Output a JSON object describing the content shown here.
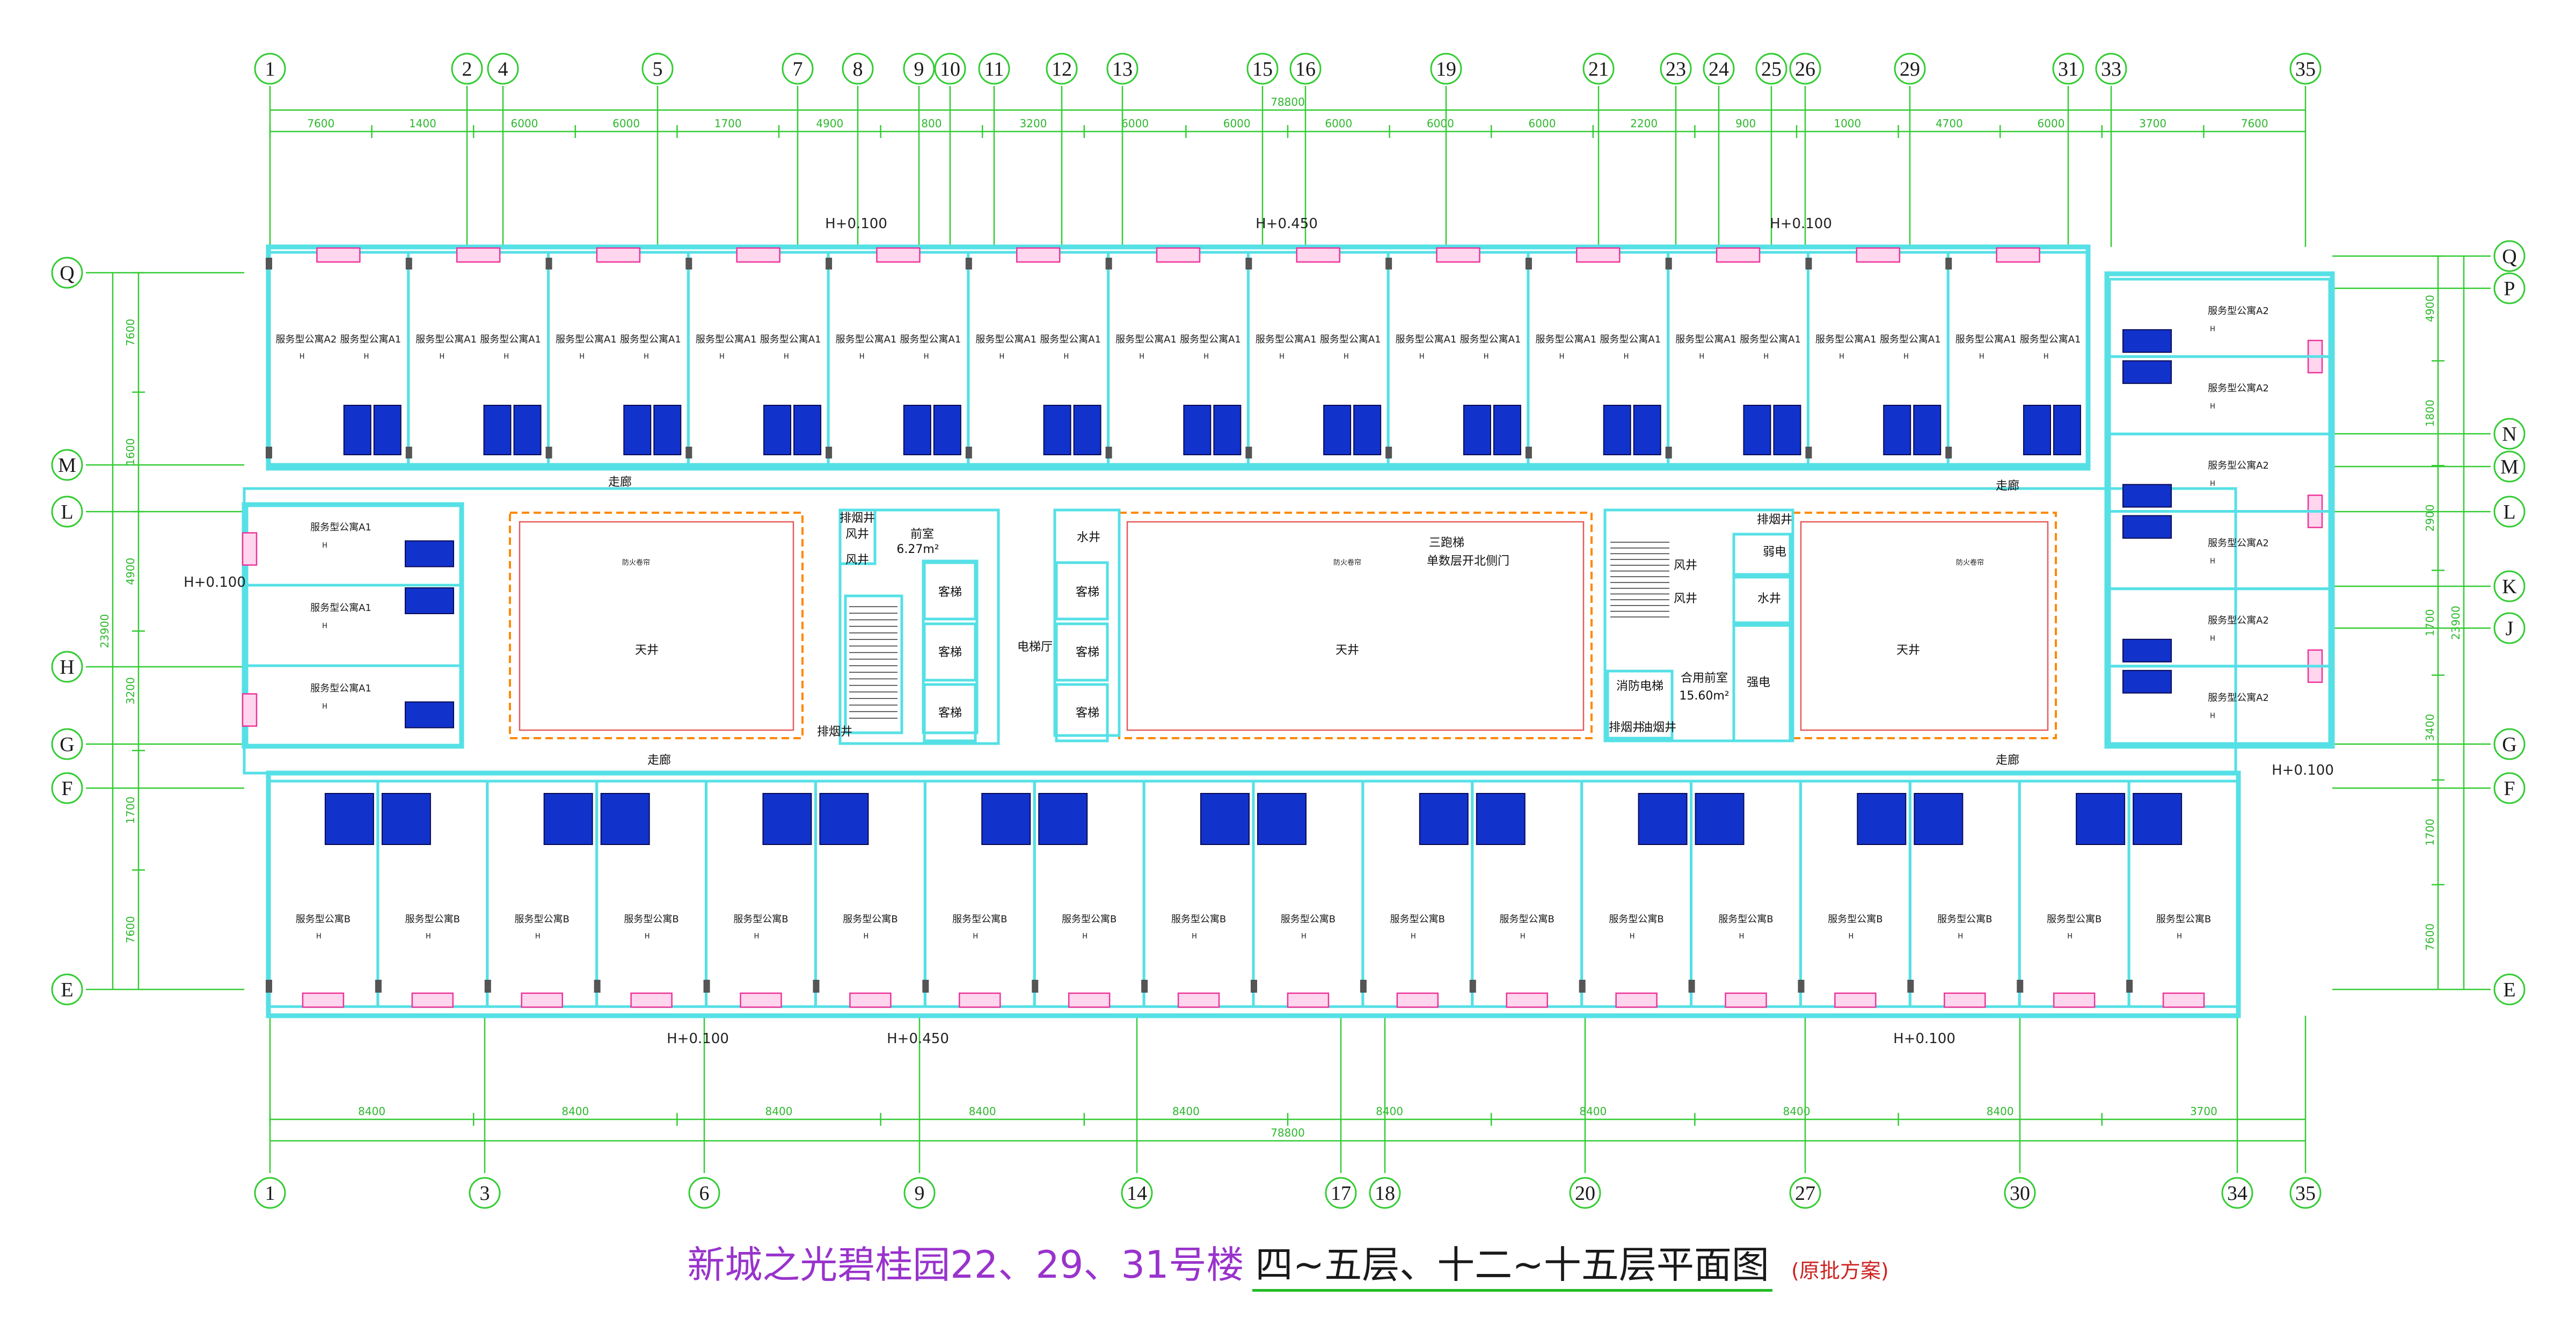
{
  "grid_axes": {
    "top": [
      "1",
      "2",
      "4",
      "5",
      "7",
      "8",
      "9",
      "10",
      "11",
      "12",
      "13",
      "15",
      "16",
      "19",
      "21",
      "23",
      "24",
      "25",
      "26",
      "29",
      "31",
      "33",
      "35"
    ],
    "bottom": [
      "1",
      "3",
      "6",
      "9",
      "14",
      "17",
      "18",
      "20",
      "27",
      "30",
      "34",
      "35"
    ],
    "left": [
      "Q",
      "M",
      "L",
      "H",
      "G",
      "F",
      "E"
    ],
    "right": [
      "Q",
      "P",
      "N",
      "M",
      "L",
      "K",
      "J",
      "G",
      "F",
      "E"
    ]
  },
  "dimensions": {
    "top_total": "78800",
    "top_segments": [
      "7600",
      "1400",
      "6000",
      "6000",
      "1700",
      "4900",
      "800",
      "3200",
      "6000",
      "6000",
      "6000",
      "6000",
      "6000",
      "2200",
      "900",
      "1000",
      "4700",
      "6000",
      "3700",
      "7600"
    ],
    "bottom_total": "78800",
    "bottom_segments": [
      "8400",
      "8400",
      "8400",
      "8400",
      "8400",
      "8400",
      "8400",
      "8400",
      "8400",
      "3700"
    ],
    "left_total": "23900",
    "left_segments": [
      "7600",
      "1600",
      "4900",
      "3200",
      "1700",
      "7600"
    ],
    "right_total": "23900",
    "right_segments": [
      "4900",
      "1800",
      "2900",
      "1700",
      "3400",
      "1700",
      "7600"
    ]
  },
  "elevations": {
    "top_left": "H+0.100",
    "top_center": "H+0.450",
    "top_right": "H+0.100",
    "left_mid": "H+0.100",
    "right_mid": "H+0.100",
    "bottom_left": "H+0.100",
    "bottom_center": "H+0.450",
    "bottom_right": "H+0.100"
  },
  "rooms": {
    "unit_a1": "服务型公寓A1",
    "unit_a2": "服务型公寓A2",
    "unit_b": "服务型公寓B",
    "corridor": "走廊",
    "atrium": "天井",
    "fire_curtain": "防火卷帘",
    "h_mark": "H"
  },
  "core_left": {
    "smoke_shaft": "排烟井",
    "wind_shaft": "风井",
    "wind_shaft_2": "风井",
    "anteroom": "前室",
    "anteroom_area": "6.27m²",
    "elevator_1": "客梯",
    "elevator_2": "客梯",
    "elevator_3": "客梯",
    "smoke_shaft_bottom": "排烟井"
  },
  "core_center": {
    "water_shaft": "水井",
    "elevator_1": "客梯",
    "elevator_2": "客梯",
    "elevator_3": "客梯",
    "lobby": "电梯厅",
    "scissor_stair": "三跑梯",
    "stair_note": "单数层开北侧门"
  },
  "core_right": {
    "smoke_exhaust": "排烟井",
    "weak_power": "弱电",
    "strong_power": "强电",
    "water_shaft": "水井",
    "wind_shaft_1": "风井",
    "wind_shaft_2": "风井",
    "fire_elevator": "消防电梯",
    "shared_anteroom": "合用前室",
    "shared_anteroom_area": "15.60m²",
    "smoke_exhaust_bottom": "排烟井",
    "oil_smoke": "油烟井"
  },
  "title": {
    "main": "新城之光碧桂园22、29、31号楼",
    "floors": "四~五层、十二~十五层平面图",
    "note": "(原批方案)"
  },
  "colors": {
    "grid": "#33cc33",
    "wall": "#55e0e6",
    "bathroom": "#1133cc",
    "window": "#ee3399",
    "atrium_border": "#ff8800",
    "title_main": "#9933cc",
    "title_note": "#cc2222"
  }
}
